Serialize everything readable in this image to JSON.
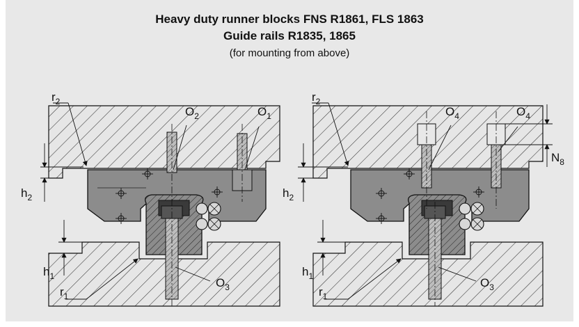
{
  "title": {
    "line1": "Heavy duty runner blocks FNS R1861, FLS 1863",
    "line2": "Guide rails R1835, 1865",
    "line3": "(for mounting from above)"
  },
  "left_view": {
    "r2": {
      "main": "r",
      "sub": "2"
    },
    "o2": {
      "main": "O",
      "sub": "2"
    },
    "o1": {
      "main": "O",
      "sub": "1"
    },
    "h2": {
      "main": "h",
      "sub": "2"
    },
    "h1": {
      "main": "h",
      "sub": "1"
    },
    "r1": {
      "main": "r",
      "sub": "1"
    },
    "o3": {
      "main": "O",
      "sub": "3"
    }
  },
  "right_view": {
    "r2": {
      "main": "r",
      "sub": "2"
    },
    "o4a": {
      "main": "O",
      "sub": "4"
    },
    "o4b": {
      "main": "O",
      "sub": "4"
    },
    "n8": {
      "main": "N",
      "sub": "8"
    },
    "h2": {
      "main": "h",
      "sub": "2"
    },
    "h1": {
      "main": "h",
      "sub": "1"
    },
    "r1": {
      "main": "r",
      "sub": "1"
    },
    "o3": {
      "main": "O",
      "sub": "3"
    }
  }
}
